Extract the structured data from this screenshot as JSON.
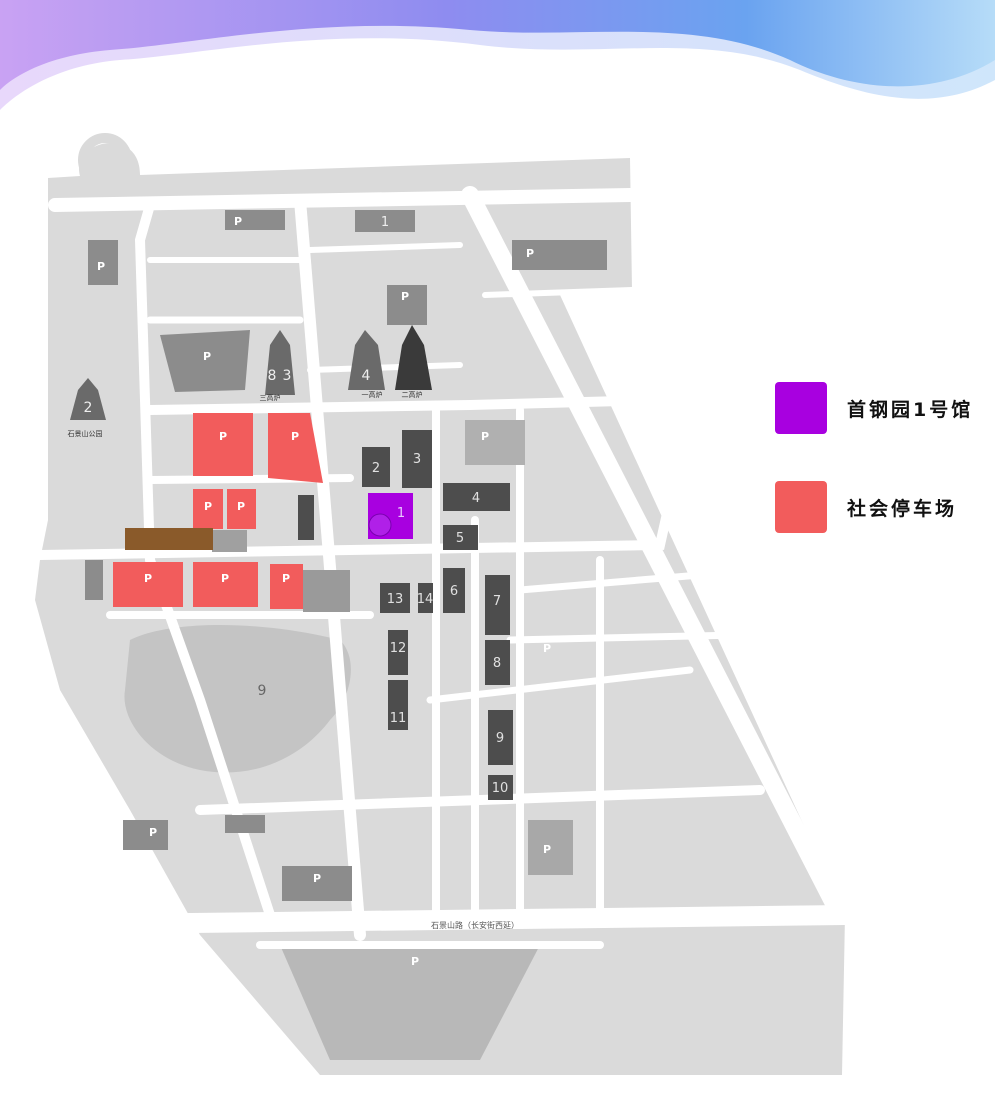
{
  "legend": [
    {
      "label": "首钢园1号馆",
      "color": "#a800e0"
    },
    {
      "label": "社会停车场",
      "color": "#f25c5c"
    }
  ],
  "colors": {
    "header_gradient": [
      "#c59cf2",
      "#8f8ef0",
      "#6fa8f2",
      "#a9d4f7"
    ],
    "map_ground": "#dadada",
    "road": "#ffffff",
    "building_dark": "#4d4d4d",
    "parking_gray": "#8a8a8a",
    "hall_1": "#a800e0",
    "public_parking": "#f25c5c"
  },
  "map": {
    "parking_symbol": "P",
    "landmarks": {
      "blast_furnace_1": "一高炉",
      "blast_furnace_2": "二高炉",
      "blast_furnace_3": "三高炉",
      "shijingshan_park": "石景山公园",
      "main_road": "石景山路（长安街西延）"
    },
    "buildings": [
      "1",
      "1",
      "2",
      "3",
      "4",
      "5",
      "6",
      "7",
      "8",
      "9",
      "10",
      "11",
      "12",
      "13",
      "14"
    ],
    "markers": [
      "1",
      "2",
      "3",
      "4",
      "8",
      "9"
    ]
  }
}
